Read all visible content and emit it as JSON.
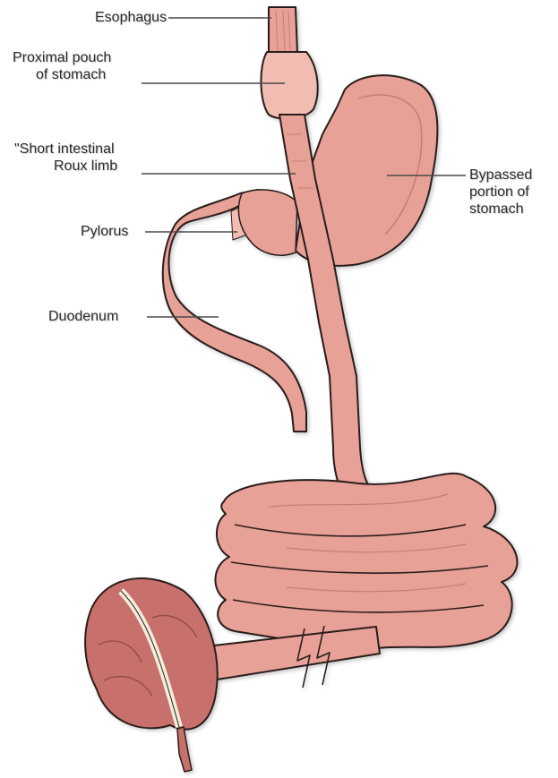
{
  "colors": {
    "tissue": "#e8a196",
    "tissue_light": "#f1bcb2",
    "tissue_dark": "#c97d72",
    "colon": "#c8716c",
    "outline": "#2a1e1c",
    "leader": "#4a4a4a",
    "mesentery": "#f3eedc"
  },
  "labels": {
    "esophagus": "Esophagus",
    "proximal_pouch_line1": "Proximal pouch",
    "proximal_pouch_line2": "of stomach",
    "roux_line1": "\"Short intestinal",
    "roux_line2": "Roux limb",
    "bypassed_line1": "Bypassed",
    "bypassed_line2": "portion of",
    "bypassed_line3": "stomach",
    "pylorus": "Pylorus",
    "duodenum": "Duodenum"
  }
}
